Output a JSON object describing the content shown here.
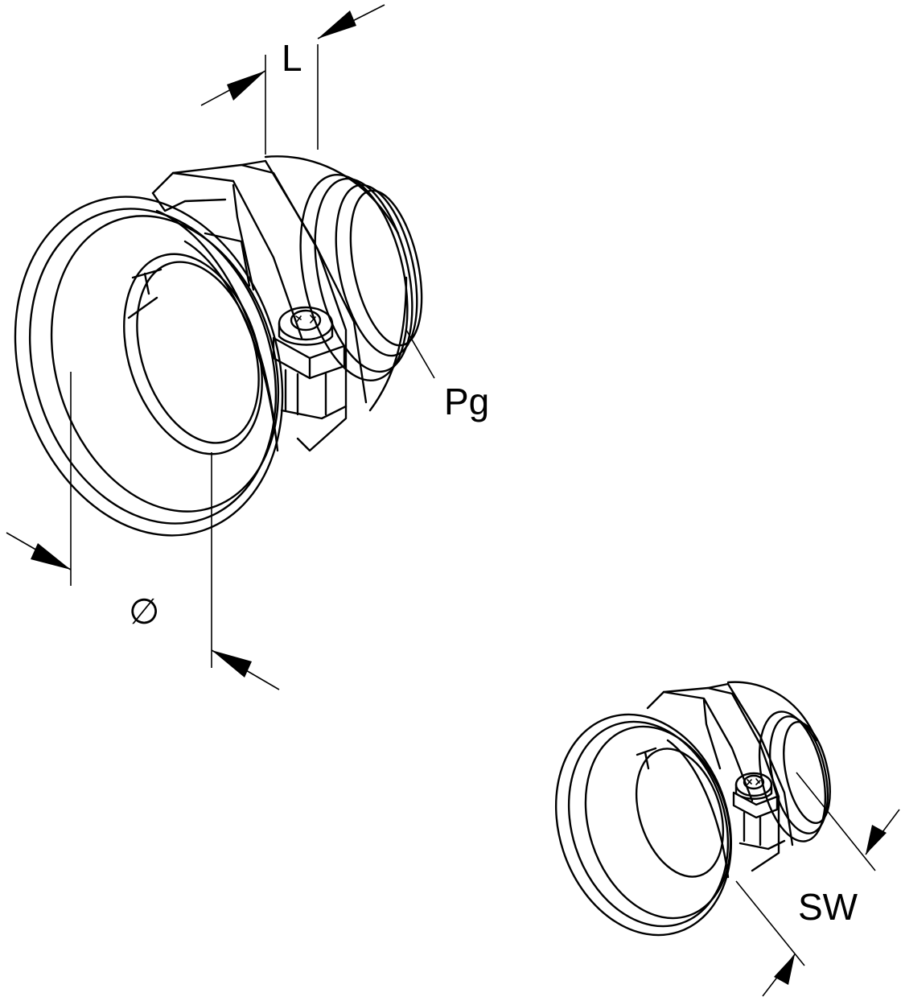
{
  "diagram": {
    "labels": {
      "length": "L",
      "thread": "Pg",
      "diameter": "∅",
      "wrench_size": "SW"
    }
  },
  "colors": {
    "line": "#000000",
    "background": "#ffffff"
  }
}
